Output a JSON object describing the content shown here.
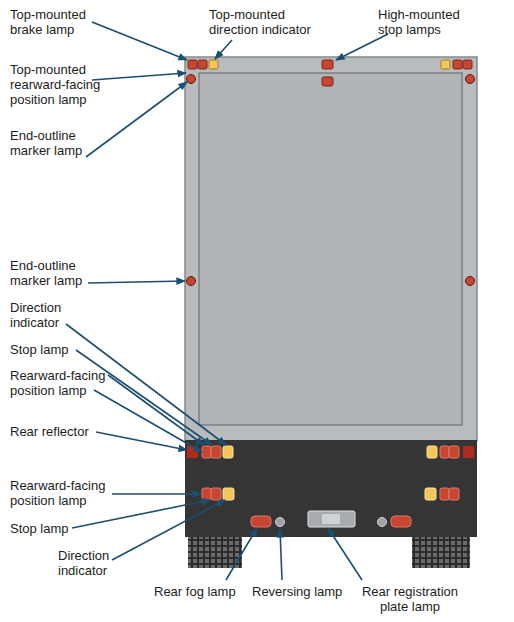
{
  "diagram": {
    "labels": [
      "Top-mounted brake lamp",
      "Top-mounted direction indicator",
      "High-mounted stop lamps",
      "Top-mounted rearward-facing position lamp",
      "End-outline marker lamp",
      "End-outline marker lamp",
      "Direction indicator",
      "Stop lamp",
      "Rearward-facing position lamp",
      "Rear reflector",
      "Rearward-facing position lamp",
      "Stop lamp",
      "Direction indicator",
      "Rear fog lamp",
      "Reversing lamp",
      "Rear registration plate lamp"
    ]
  }
}
